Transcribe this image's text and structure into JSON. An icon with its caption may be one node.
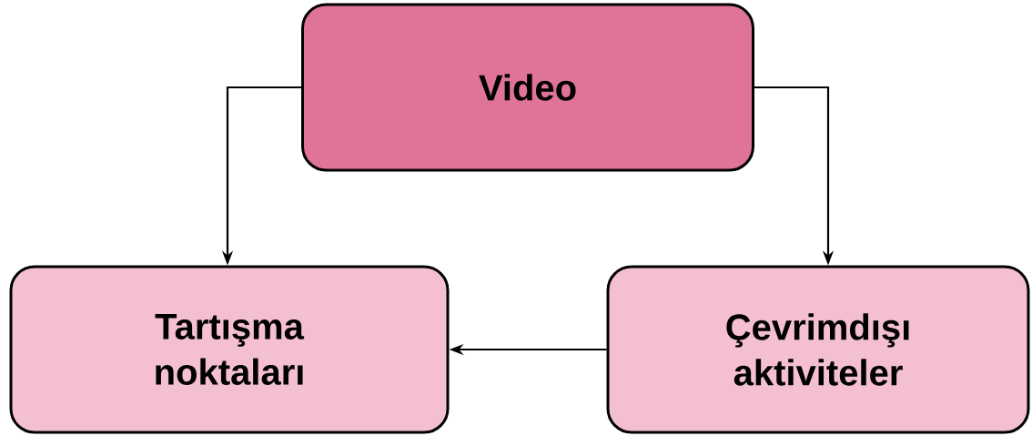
{
  "diagram": {
    "nodes": [
      {
        "text": [
          "Video"
        ]
      },
      {
        "text": [
          "Tartışma noktaları"
        ]
      },
      {
        "text": [
          "Çevrimdışı aktiviteler"
        ]
      }
    ],
    "edges": [
      {
        "from": 0,
        "to": 1,
        "arrow": "to"
      },
      {
        "from": 0,
        "to": 2,
        "arrow": "to"
      },
      {
        "from": 2,
        "to": 1,
        "arrow": "to"
      }
    ]
  }
}
